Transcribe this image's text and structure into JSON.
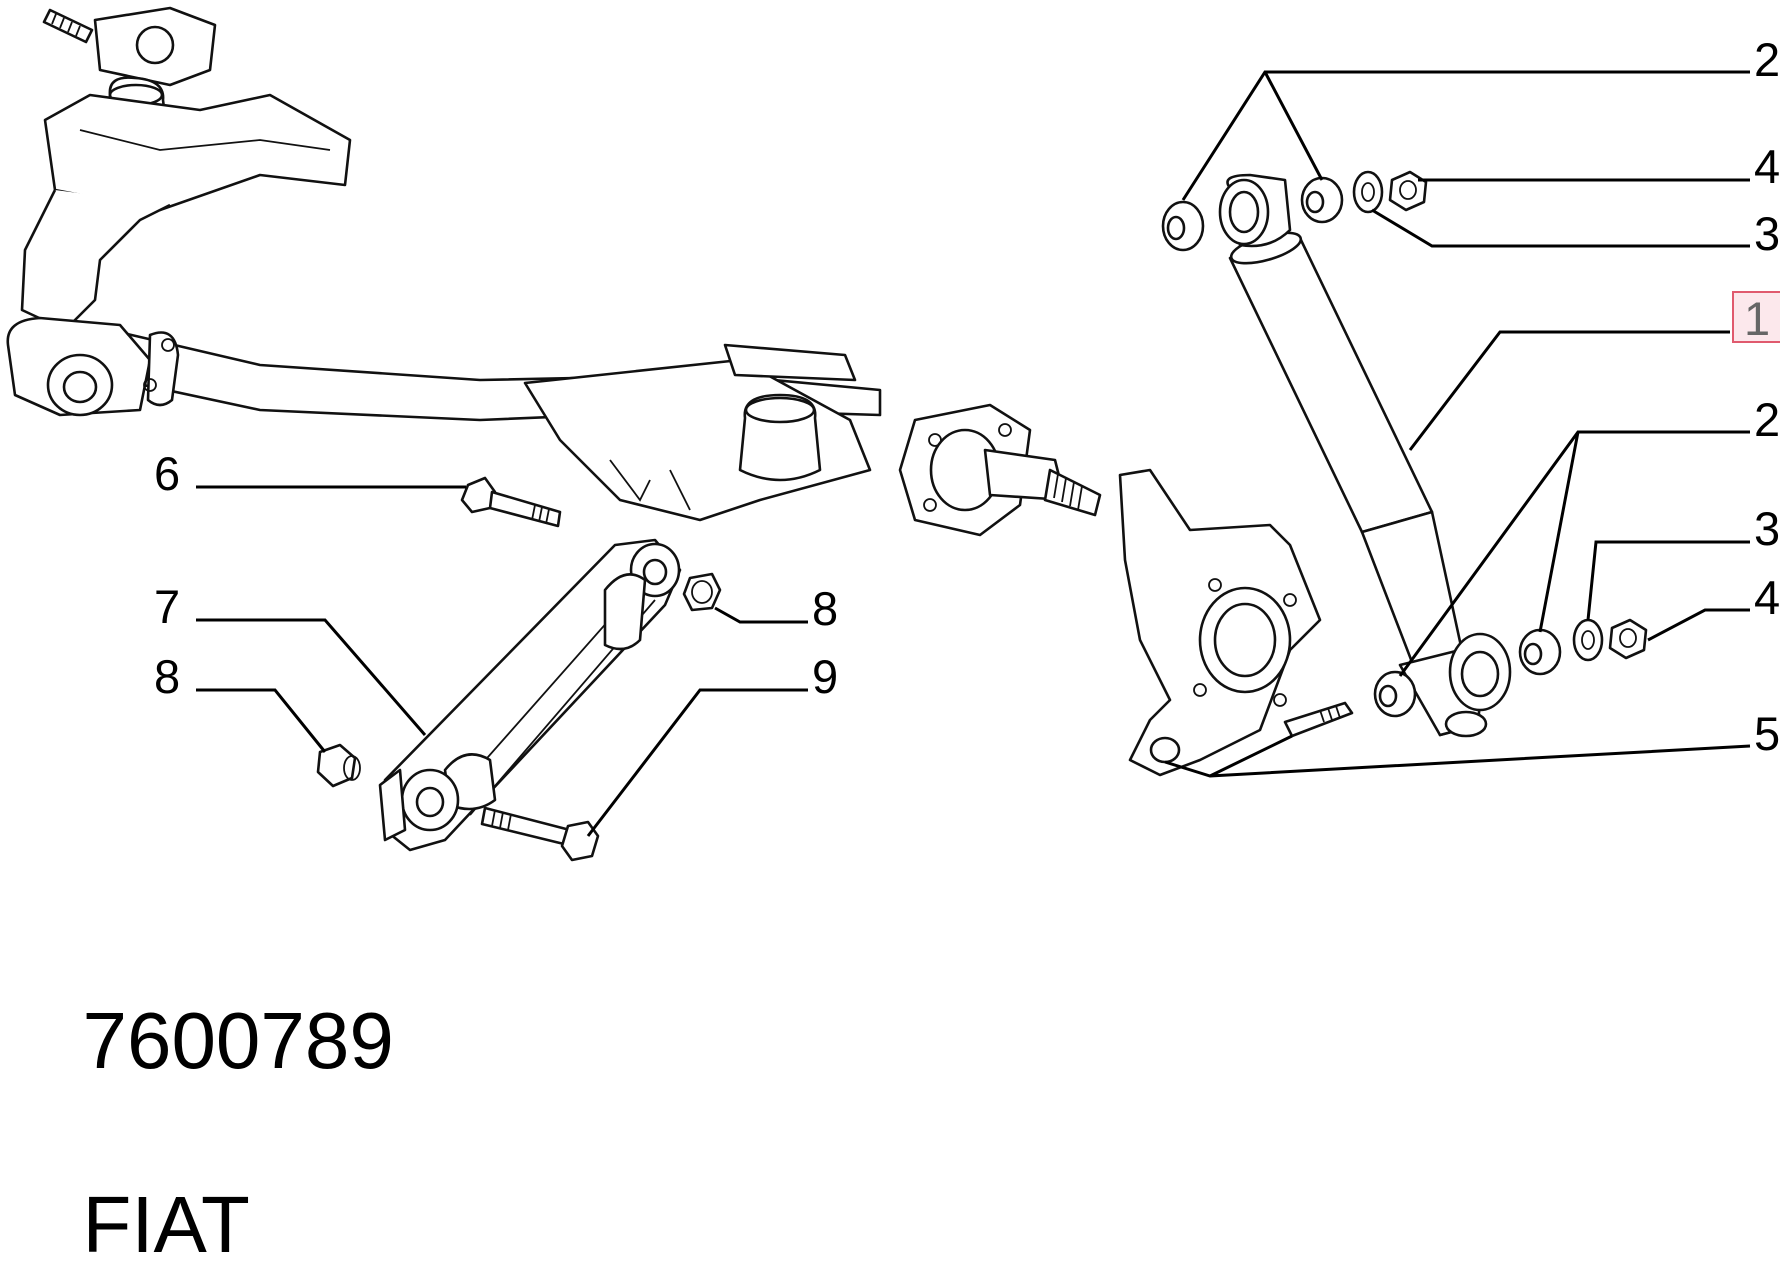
{
  "callouts": {
    "top": [
      "2",
      "4",
      "3",
      "1",
      "2",
      "3",
      "4",
      "5"
    ],
    "left": [
      "6",
      "7",
      "8",
      "8",
      "9"
    ]
  },
  "highlight_label": "1",
  "footer": {
    "part_number": "7600789",
    "brand": "FIAT"
  },
  "colors": {
    "line": "#000000",
    "highlight_border": "#e05a6e",
    "highlight_fill": "#fce8ec"
  }
}
